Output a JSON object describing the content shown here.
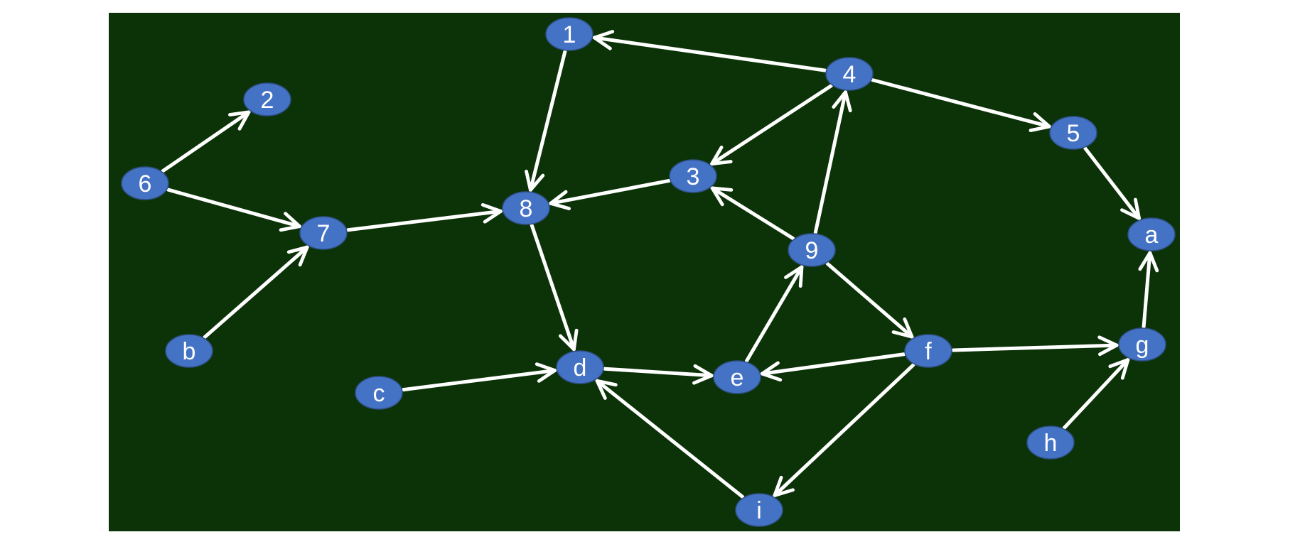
{
  "diagram": {
    "type": "directed-graph",
    "colors": {
      "board": "#0c3307",
      "node": "#4472c4",
      "edge": "#ffffff",
      "label": "#ffffff"
    },
    "nodes": [
      {
        "id": "1",
        "label": "1"
      },
      {
        "id": "2",
        "label": "2"
      },
      {
        "id": "3",
        "label": "3"
      },
      {
        "id": "4",
        "label": "4"
      },
      {
        "id": "5",
        "label": "5"
      },
      {
        "id": "6",
        "label": "6"
      },
      {
        "id": "7",
        "label": "7"
      },
      {
        "id": "8",
        "label": "8"
      },
      {
        "id": "9",
        "label": "9"
      },
      {
        "id": "a",
        "label": "a"
      },
      {
        "id": "b",
        "label": "b"
      },
      {
        "id": "c",
        "label": "c"
      },
      {
        "id": "d",
        "label": "d"
      },
      {
        "id": "e",
        "label": "e"
      },
      {
        "id": "f",
        "label": "f"
      },
      {
        "id": "g",
        "label": "g"
      },
      {
        "id": "h",
        "label": "h"
      },
      {
        "id": "i",
        "label": "i"
      }
    ],
    "edges": [
      {
        "from": "4",
        "to": "1"
      },
      {
        "from": "1",
        "to": "8"
      },
      {
        "from": "4",
        "to": "5"
      },
      {
        "from": "4",
        "to": "3"
      },
      {
        "from": "6",
        "to": "2"
      },
      {
        "from": "6",
        "to": "7"
      },
      {
        "from": "b",
        "to": "7"
      },
      {
        "from": "7",
        "to": "8"
      },
      {
        "from": "3",
        "to": "8"
      },
      {
        "from": "9",
        "to": "3"
      },
      {
        "from": "9",
        "to": "4"
      },
      {
        "from": "5",
        "to": "a"
      },
      {
        "from": "8",
        "to": "d"
      },
      {
        "from": "9",
        "to": "f"
      },
      {
        "from": "e",
        "to": "9"
      },
      {
        "from": "c",
        "to": "d"
      },
      {
        "from": "d",
        "to": "e"
      },
      {
        "from": "f",
        "to": "e"
      },
      {
        "from": "f",
        "to": "g"
      },
      {
        "from": "g",
        "to": "a"
      },
      {
        "from": "h",
        "to": "g"
      },
      {
        "from": "f",
        "to": "i"
      },
      {
        "from": "i",
        "to": "d"
      }
    ]
  }
}
